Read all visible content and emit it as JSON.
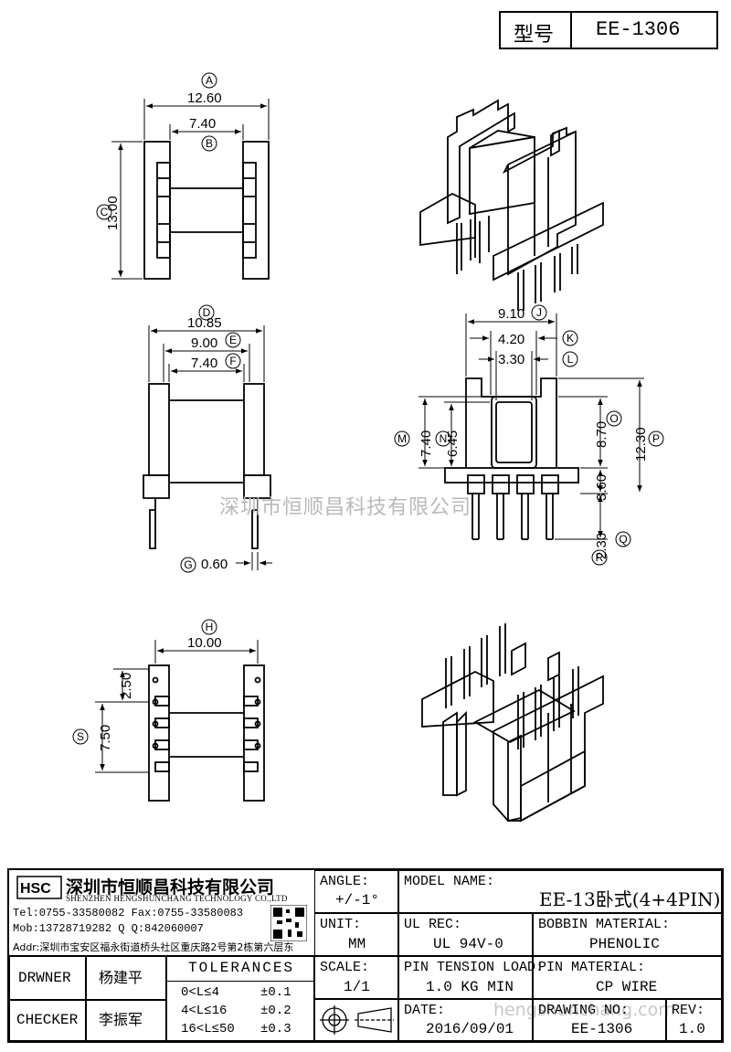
{
  "header": {
    "type_label": "型号",
    "model_code": "EE-1306"
  },
  "dimensions": {
    "A": {
      "letter": "A",
      "value": "12.60"
    },
    "B": {
      "letter": "B",
      "value": "7.40"
    },
    "C": {
      "letter": "C",
      "value": "13.00"
    },
    "D": {
      "letter": "D",
      "value": "10.85"
    },
    "E": {
      "letter": "E",
      "value": "9.00"
    },
    "F": {
      "letter": "F",
      "value": "7.40"
    },
    "G": {
      "letter": "G",
      "value": "0.60"
    },
    "H": {
      "letter": "H",
      "value": "10.00"
    },
    "J": {
      "letter": "J",
      "value": "9.10"
    },
    "K": {
      "letter": "K",
      "value": "4.20"
    },
    "L": {
      "letter": "L",
      "value": "3.30"
    },
    "M": {
      "letter": "M",
      "value": "7.40"
    },
    "N": {
      "letter": "N",
      "value": "6.45"
    },
    "O": {
      "letter": "O",
      "value": "8.70"
    },
    "P": {
      "letter": "P",
      "value": "12.30"
    },
    "Q": {
      "letter": "Q",
      "value": "3.60"
    },
    "R": {
      "letter": "R",
      "value": "2.30"
    },
    "S": {
      "letter": "S",
      "value": "7.50"
    },
    "S2": {
      "value": "2.50"
    }
  },
  "watermark": {
    "text": "深圳市恒顺昌科技有限公司",
    "url_fragment": "hengshunchang.com"
  },
  "company": {
    "name_cn": "深圳市恒顺昌科技有限公司",
    "name_en": "SHENZHEN HENGSHUNCHANG TECHNOLOGY CO.,LTD",
    "tel_fax": "Tel:0755-33580082 Fax:0755-33580083",
    "mob_qq": "Mob:13728719282     Q  Q:842060007",
    "addr": "Addr:深圳市宝安区福永街道桥头社区重庆路2号第2栋第六层东"
  },
  "title_block": {
    "angle_label": "ANGLE:",
    "angle_value": "+/-1°",
    "unit_label": "UNIT:",
    "unit_value": "MM",
    "scale_label": "SCALE:",
    "scale_value": "1/1",
    "model_name_label": "MODEL NAME:",
    "model_name_value": "EE-13卧式(4+4PIN)",
    "ul_rec_label": "UL REC:",
    "ul_rec_value": "UL 94V-0",
    "bobbin_label": "BOBBIN MATERIAL:",
    "bobbin_value": "PHENOLIC",
    "pin_tension_label": "PIN TENSION LOAD:",
    "pin_tension_value": "1.0 KG MIN",
    "pin_material_label": "PIN MATERIAL:",
    "pin_material_value": "CP WIRE",
    "date_label": "DATE:",
    "date_value": "2016/09/01",
    "drawing_no_label": "DRAWING NO:",
    "drawing_no_value": "EE-1306",
    "rev_label": "REV:",
    "rev_value": "1.0",
    "drawer_label": "DRWNER",
    "drawer_value": "杨建平",
    "checker_label": "CHECKER",
    "checker_value": "李振军",
    "tolerances_title": "TOLERANCES",
    "tolerances": [
      {
        "range": "0<L≤4",
        "tol": "±0.1"
      },
      {
        "range": "4<L≤16",
        "tol": "±0.2"
      },
      {
        "range": "16<L≤50",
        "tol": "±0.3"
      }
    ]
  }
}
